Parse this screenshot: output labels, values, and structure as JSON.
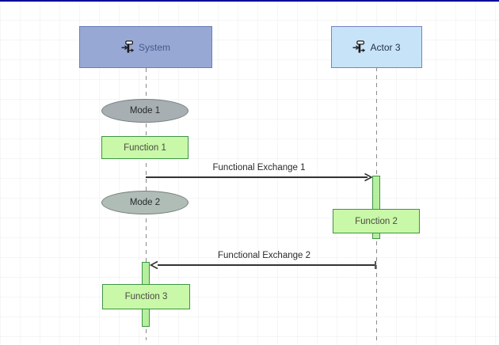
{
  "diagram": {
    "headers": {
      "system": {
        "label": "System",
        "icon": "component-icon"
      },
      "actor3": {
        "label": "Actor 3",
        "icon": "component-icon"
      }
    },
    "modes": [
      {
        "label": "Mode 1"
      },
      {
        "label": "Mode 2"
      }
    ],
    "functions": [
      {
        "label": "Function 1"
      },
      {
        "label": "Function 2"
      },
      {
        "label": "Function 3"
      }
    ],
    "exchanges": [
      {
        "label": "Functional Exchange 1",
        "direction": "right"
      },
      {
        "label": "Functional Exchange 2",
        "direction": "left"
      }
    ],
    "colors": {
      "top_border": "#000099",
      "system_header_fill": "#97A8D4",
      "system_header_border": "#6B7BBC",
      "system_header_text": "#46598C",
      "actor_header_fill": "#C7E3F8",
      "actor_header_border": "#7583C6",
      "actor_header_text": "#253048",
      "mode_fill_1": "#A8AFB2",
      "mode_fill_2": "#AFBDB6",
      "mode_border": "#75807E",
      "function_fill": "#C9F8A8",
      "function_border": "#3F9446",
      "function_text": "#4A4A42",
      "execution_fill": "#B6EF9E",
      "lifeline": "#8A8A8A",
      "exchange_line": "#333333"
    }
  }
}
